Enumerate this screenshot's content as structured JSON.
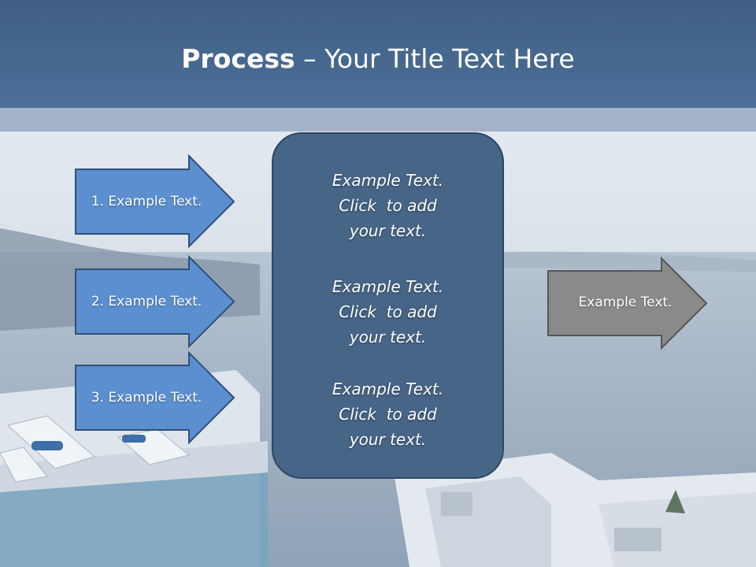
{
  "title": {
    "bold": "Process",
    "rest": " – Your Title Text Here"
  },
  "left_arrows": [
    {
      "label": "1. Example Text."
    },
    {
      "label": "2. Example Text."
    },
    {
      "label": "3. Example Text."
    }
  ],
  "center_blocks": [
    {
      "line1": "Example Text.",
      "line2": "Click  to add",
      "line3": "your text."
    },
    {
      "line1": "Example Text.",
      "line2": "Click  to add",
      "line3": "your text."
    },
    {
      "line1": "Example Text.",
      "line2": "Click  to add",
      "line3": "your text."
    }
  ],
  "right_arrow": {
    "label": "Example Text."
  },
  "colors": {
    "header": "#4a6b94",
    "arrow_blue": "#5b8fcf",
    "center_box": "#466587",
    "arrow_gray": "#8a8a8a"
  }
}
